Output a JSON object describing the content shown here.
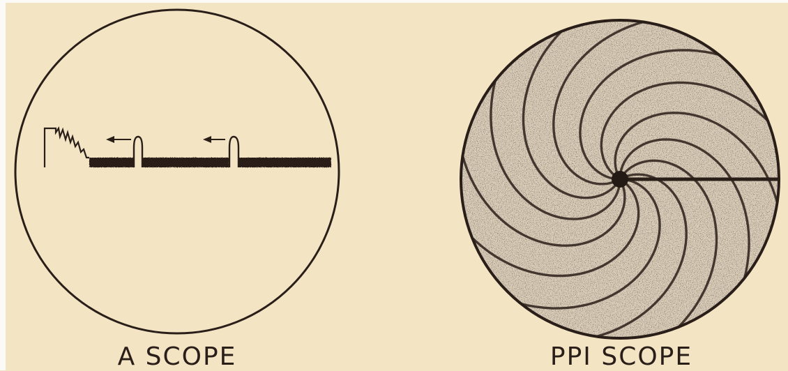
{
  "captions": {
    "a_scope": "A SCOPE",
    "ppi_scope": "PPI SCOPE"
  },
  "colors": {
    "paper": "#f3e4c4",
    "ink": "#2a1e19",
    "screen_fill": "#dfd2bd"
  },
  "a_scope": {
    "echo_count": 2,
    "arrow_count": 2,
    "arrow_direction": "left"
  },
  "ppi_scope": {
    "spiral_arm_count": 12,
    "sweep_direction": "east"
  }
}
